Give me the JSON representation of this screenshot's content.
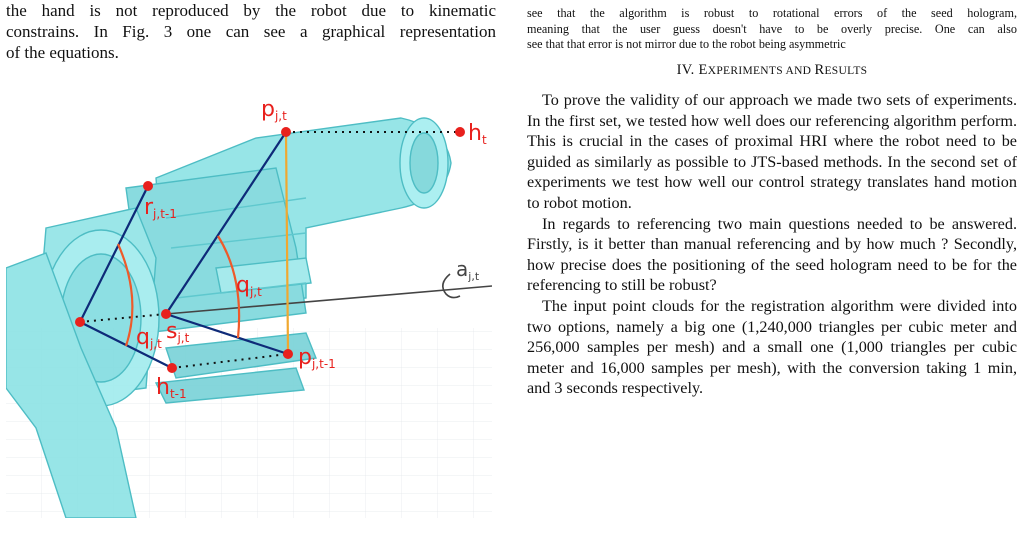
{
  "left_column": {
    "lines": [
      "the hand is not reproduced by the robot due to kinematic",
      "constrains. In Fig. 3 one can see a graphical representation",
      "of the equations."
    ]
  },
  "right_column": {
    "caption_lines": [
      "see that the algorithm is robust to rotational errors of the seed hologram,",
      "meaning that the user guess doesn't have to be overly precise. One can also",
      "see that that error is not mirror due to the robot being asymmetric"
    ],
    "section": {
      "number": "IV.",
      "title_first_E": "E",
      "title_rest_1": "XPERIMENTS AND ",
      "title_R": "R",
      "title_rest_2": "ESULTS"
    },
    "paragraphs": [
      "To prove the validity of our approach we made two sets of experiments. In the first set, we tested how well does our referencing algorithm perform. This is crucial in the cases of proximal HRI where the robot need to be guided as similarly as possible to JTS-based methods. In the second set of experiments we test how well our control strategy translates hand motion to robot motion.",
      "In regards to referencing two main questions needed to be answered. Firstly, is it better than manual referencing and by how much ? Secondly, how precise does the positioning of the seed hologram need to be for the referencing to still be robust?",
      "The input point clouds for the registration algorithm were divided into two options, namely a big one (1,240,000 triangles per cubic meter and 256,000 samples per mesh) and a small one (1,000 triangles per cubic meter and 16,000 samples per mesh), with the conversion taking 1 min, and 3 seconds respectively."
    ]
  },
  "figure": {
    "labels": {
      "p_jt": {
        "main": "p",
        "sub": "j,t"
      },
      "h_t": {
        "main": "h",
        "sub": "t"
      },
      "r_jt1": {
        "main": "r",
        "sub": "j,t-1"
      },
      "q_jt_right": {
        "main": "q",
        "sub": "j,t"
      },
      "a_jt": {
        "main": "a",
        "sub": "j,t"
      },
      "q_jt_left": {
        "main": "q",
        "sub": "j,t"
      },
      "s_jt": {
        "main": "s",
        "sub": "j,t"
      },
      "p_jt1": {
        "main": "p",
        "sub": "j,t-1"
      },
      "h_t1": {
        "main": "h",
        "sub": "t-1"
      }
    },
    "colors": {
      "robot_fill": "#8fe3e6",
      "robot_stroke": "#3fb8c0",
      "vectors": "#0e2a78",
      "angle_arc": "#ee5a2a",
      "projection_line": "#f0a830",
      "points": "#e8211d"
    }
  }
}
